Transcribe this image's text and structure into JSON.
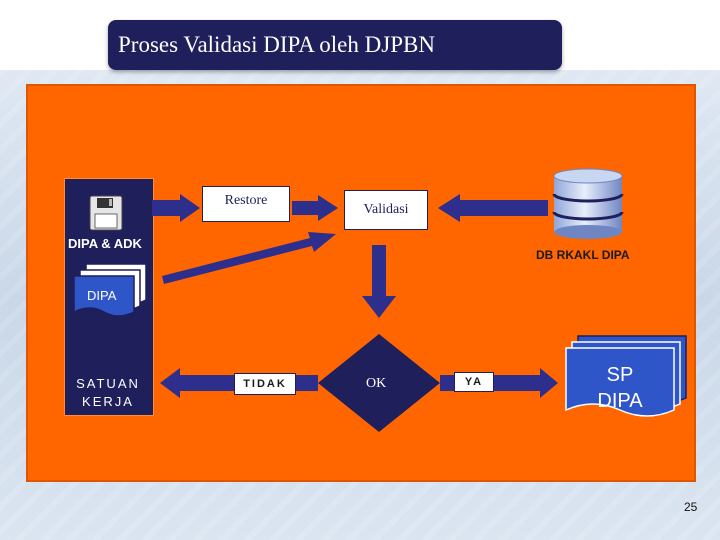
{
  "title": "Proses Validasi DIPA oleh DJPBN",
  "nodes": {
    "dipa_adk": "DIPA & ADK",
    "dipa_stack": "DIPA",
    "satuan_kerja": "SATUAN KERJA",
    "restore": "Restore",
    "validasi": "Validasi",
    "db": "DB RKAKL DIPA",
    "ok": "OK",
    "tidak": "TIDAK",
    "ya": "YA",
    "sp_dipa_line1": "SP",
    "sp_dipa_line2": "DIPA"
  },
  "page_number": "25",
  "colors": {
    "panel": "#ff6600",
    "navy": "#1f1f5c",
    "arrow": "#2e2e8c"
  },
  "icons": [
    "floppy-disk-icon",
    "database-icon",
    "document-stack-icon"
  ]
}
